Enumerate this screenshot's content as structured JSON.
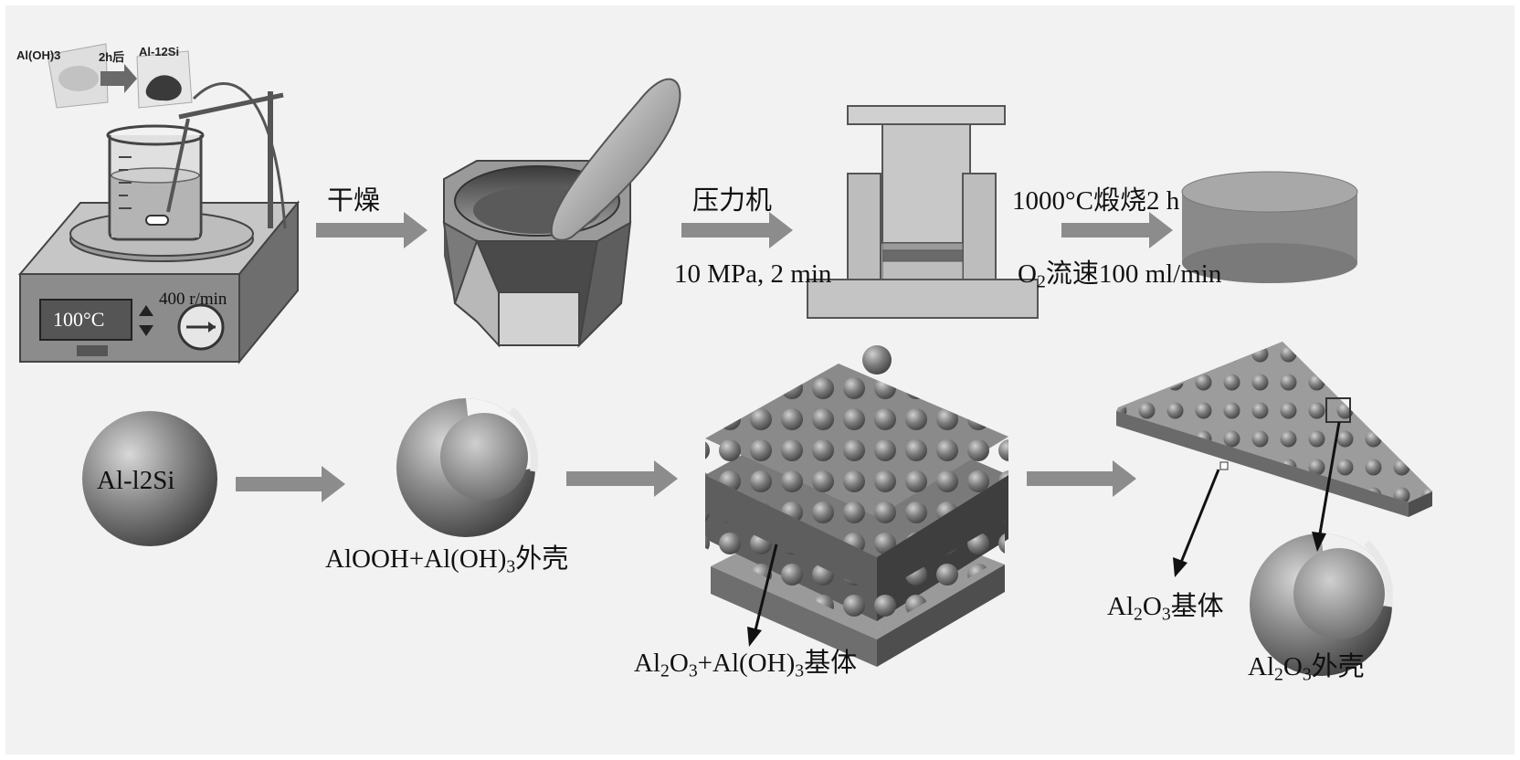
{
  "colors": {
    "background": "#f2f2f2",
    "arrow": "#8c8c8c",
    "metal_dark": "#4d4d4d",
    "metal_mid": "#8a8a8a",
    "metal_light": "#c8c8c8"
  },
  "stage1": {
    "tag_aloh": "Al(OH)3",
    "tag_time": "2h后",
    "tag_alsi": "Al-12Si",
    "display_temp": "100°C",
    "speed": "400 r/min"
  },
  "steps": {
    "dry": "干燥",
    "press": "压力机",
    "press_cond": "10 MPa, 2 min",
    "calcine": "1000°C煅烧2 h",
    "o2_flow": {
      "o": "O",
      "sub": "2",
      "rest": "流速100 ml/min"
    }
  },
  "bottom": {
    "particle": "Al-l2Si",
    "shell": {
      "a": "AlOOH+Al(OH)",
      "sub": "3",
      "b": "外壳"
    },
    "matrix_mix": {
      "a": "Al",
      "s1": "2",
      "b": "O",
      "s2": "3",
      "c": "+Al(OH)",
      "s3": "3",
      "d": "基体"
    },
    "matrix": {
      "a": "Al",
      "s1": "2",
      "b": "O",
      "s2": "3",
      "c": "基体"
    },
    "outer_shell": {
      "a": "Al",
      "s1": "2",
      "b": "O",
      "s2": "3",
      "c": "外壳"
    }
  }
}
